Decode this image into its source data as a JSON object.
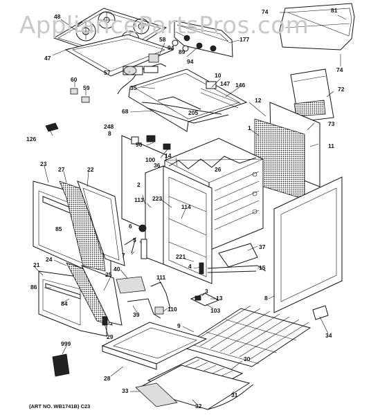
{
  "watermark": "AppliancePartsPros.com",
  "art_number": "(ART NO. WB1741B) C23",
  "callouts": [
    {
      "id": "c48",
      "text": "48"
    },
    {
      "id": "c47",
      "text": "47"
    },
    {
      "id": "c58",
      "text": "58"
    },
    {
      "id": "c57",
      "text": "57"
    },
    {
      "id": "c94a",
      "text": "94"
    },
    {
      "id": "c89",
      "text": "89"
    },
    {
      "id": "c94b",
      "text": "94"
    },
    {
      "id": "c177",
      "text": "177"
    },
    {
      "id": "c74a",
      "text": "74"
    },
    {
      "id": "c81",
      "text": "81"
    },
    {
      "id": "c74b",
      "text": "74"
    },
    {
      "id": "c60",
      "text": "60"
    },
    {
      "id": "c59",
      "text": "59"
    },
    {
      "id": "c35",
      "text": "35"
    },
    {
      "id": "c10",
      "text": "10"
    },
    {
      "id": "c147",
      "text": "147"
    },
    {
      "id": "c146",
      "text": "146"
    },
    {
      "id": "c72",
      "text": "72"
    },
    {
      "id": "c68",
      "text": "68"
    },
    {
      "id": "c205",
      "text": "205"
    },
    {
      "id": "c12",
      "text": "12"
    },
    {
      "id": "c73",
      "text": "73"
    },
    {
      "id": "c248",
      "text": "248"
    },
    {
      "id": "c8a",
      "text": "8"
    },
    {
      "id": "c1",
      "text": "1"
    },
    {
      "id": "c126",
      "text": "126"
    },
    {
      "id": "c96",
      "text": "96"
    },
    {
      "id": "c11",
      "text": "11"
    },
    {
      "id": "c100",
      "text": "100"
    },
    {
      "id": "c14",
      "text": "14"
    },
    {
      "id": "c36",
      "text": "36"
    },
    {
      "id": "c26",
      "text": "26"
    },
    {
      "id": "c23",
      "text": "23"
    },
    {
      "id": "c27",
      "text": "27"
    },
    {
      "id": "c22",
      "text": "22"
    },
    {
      "id": "c2",
      "text": "2"
    },
    {
      "id": "c113",
      "text": "113"
    },
    {
      "id": "c223",
      "text": "223"
    },
    {
      "id": "c114",
      "text": "114"
    },
    {
      "id": "c85",
      "text": "85"
    },
    {
      "id": "c6",
      "text": "6"
    },
    {
      "id": "c5",
      "text": "5"
    },
    {
      "id": "c7",
      "text": "7"
    },
    {
      "id": "c37",
      "text": "37"
    },
    {
      "id": "c221",
      "text": "221"
    },
    {
      "id": "c4",
      "text": "4"
    },
    {
      "id": "c15",
      "text": "15"
    },
    {
      "id": "c21",
      "text": "21"
    },
    {
      "id": "c24",
      "text": "24"
    },
    {
      "id": "c40",
      "text": "40"
    },
    {
      "id": "c25",
      "text": "25"
    },
    {
      "id": "c86",
      "text": "86"
    },
    {
      "id": "c111",
      "text": "111"
    },
    {
      "id": "c3",
      "text": "3"
    },
    {
      "id": "c13",
      "text": "13"
    },
    {
      "id": "c8b",
      "text": "8"
    },
    {
      "id": "c84",
      "text": "84"
    },
    {
      "id": "c103",
      "text": "103"
    },
    {
      "id": "c39",
      "text": "39"
    },
    {
      "id": "c110",
      "text": "110"
    },
    {
      "id": "c9",
      "text": "9"
    },
    {
      "id": "c29",
      "text": "29"
    },
    {
      "id": "c34",
      "text": "34"
    },
    {
      "id": "c999",
      "text": "999"
    },
    {
      "id": "c28",
      "text": "28"
    },
    {
      "id": "c30",
      "text": "30"
    },
    {
      "id": "c33",
      "text": "33"
    },
    {
      "id": "c31",
      "text": "31"
    },
    {
      "id": "c32",
      "text": "32"
    }
  ]
}
